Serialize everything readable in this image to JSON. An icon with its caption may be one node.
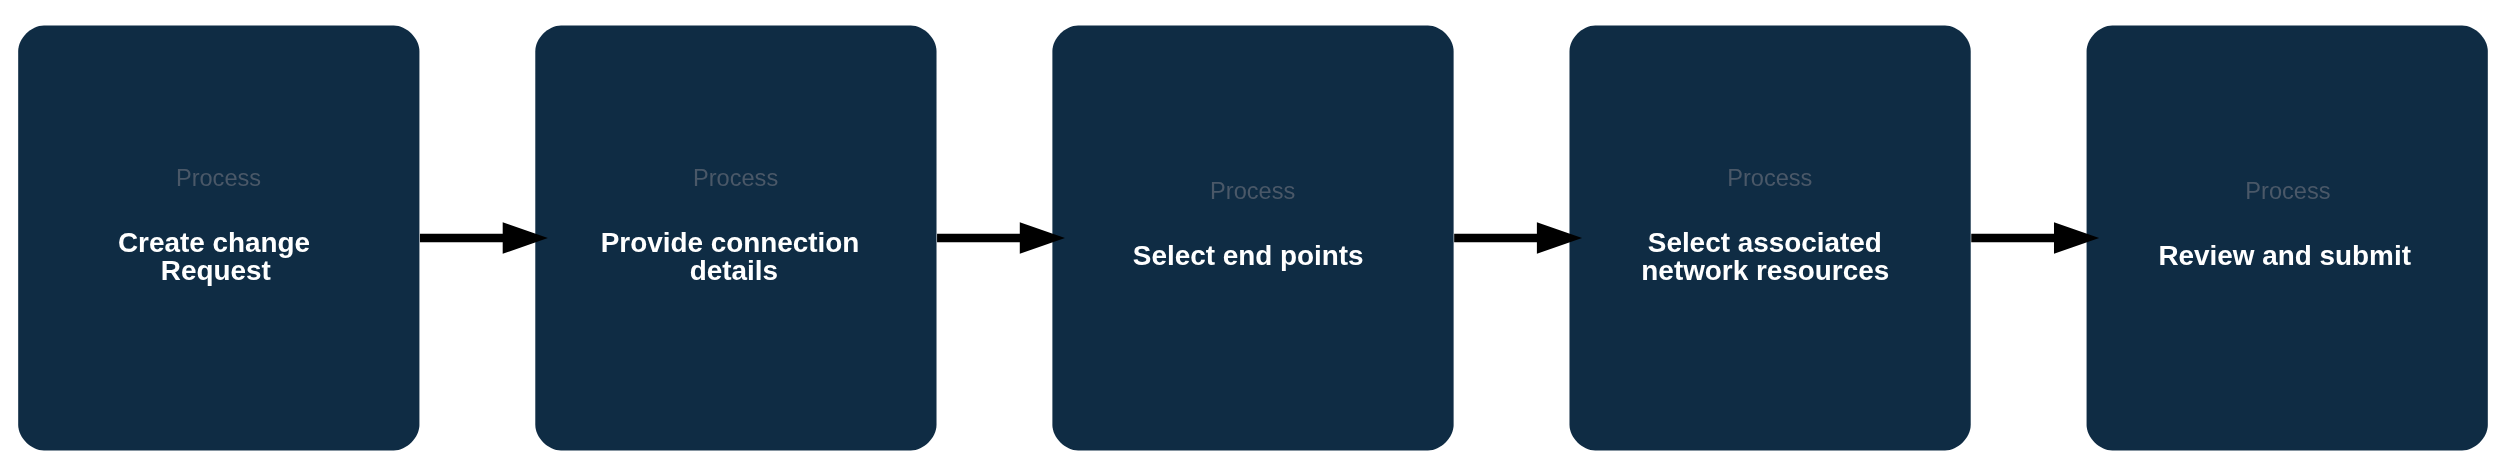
{
  "diagram": {
    "nodes": [
      {
        "text": [
          "Process",
          "Create change Request"
        ]
      },
      {
        "text": [
          "Process",
          "Provide connection details"
        ]
      },
      {
        "text": [
          "Process",
          "Select end points"
        ]
      },
      {
        "text": [
          "Process",
          "Select associated network resources"
        ]
      },
      {
        "text": [
          "Process",
          "Review and submit"
        ]
      }
    ],
    "edges": [
      {
        "from": 0,
        "to": 1,
        "arrow": "to"
      },
      {
        "from": 1,
        "to": 2,
        "arrow": "to"
      },
      {
        "from": 2,
        "to": 3,
        "arrow": "to"
      },
      {
        "from": 3,
        "to": 4,
        "arrow": "to"
      }
    ]
  }
}
